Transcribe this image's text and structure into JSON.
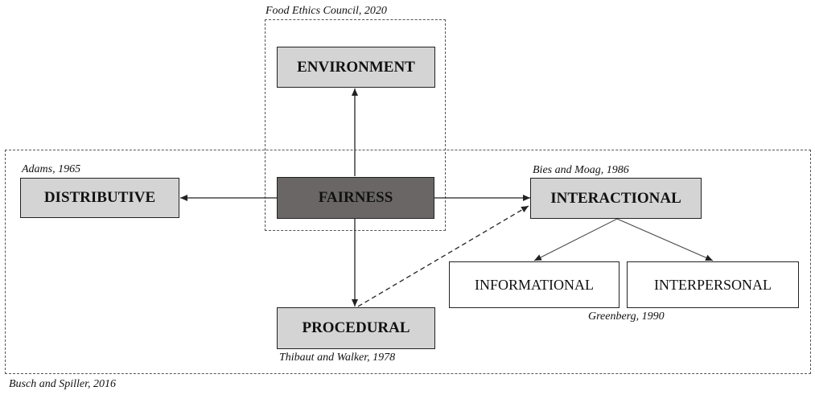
{
  "boxes": {
    "environment": "ENVIRONMENT",
    "distributive": "DISTRIBUTIVE",
    "fairness": "FAIRNESS",
    "interactional": "INTERACTIONAL",
    "informational": "INFORMATIONAL",
    "interpersonal": "INTERPERSONAL",
    "procedural": "PROCEDURAL"
  },
  "citations": {
    "food_ethics": "Food Ethics Council, 2020",
    "adams": "Adams, 1965",
    "bies_moag": "Bies and Moag, 1986",
    "greenberg": "Greenberg, 1990",
    "thibaut_walker": "Thibaut and Walker, 1978",
    "busch_spiller": "Busch and Spiller, 2016"
  },
  "colors": {
    "box_fill": "#d4d4d4",
    "center_fill": "#6b6666",
    "line": "#222222"
  }
}
